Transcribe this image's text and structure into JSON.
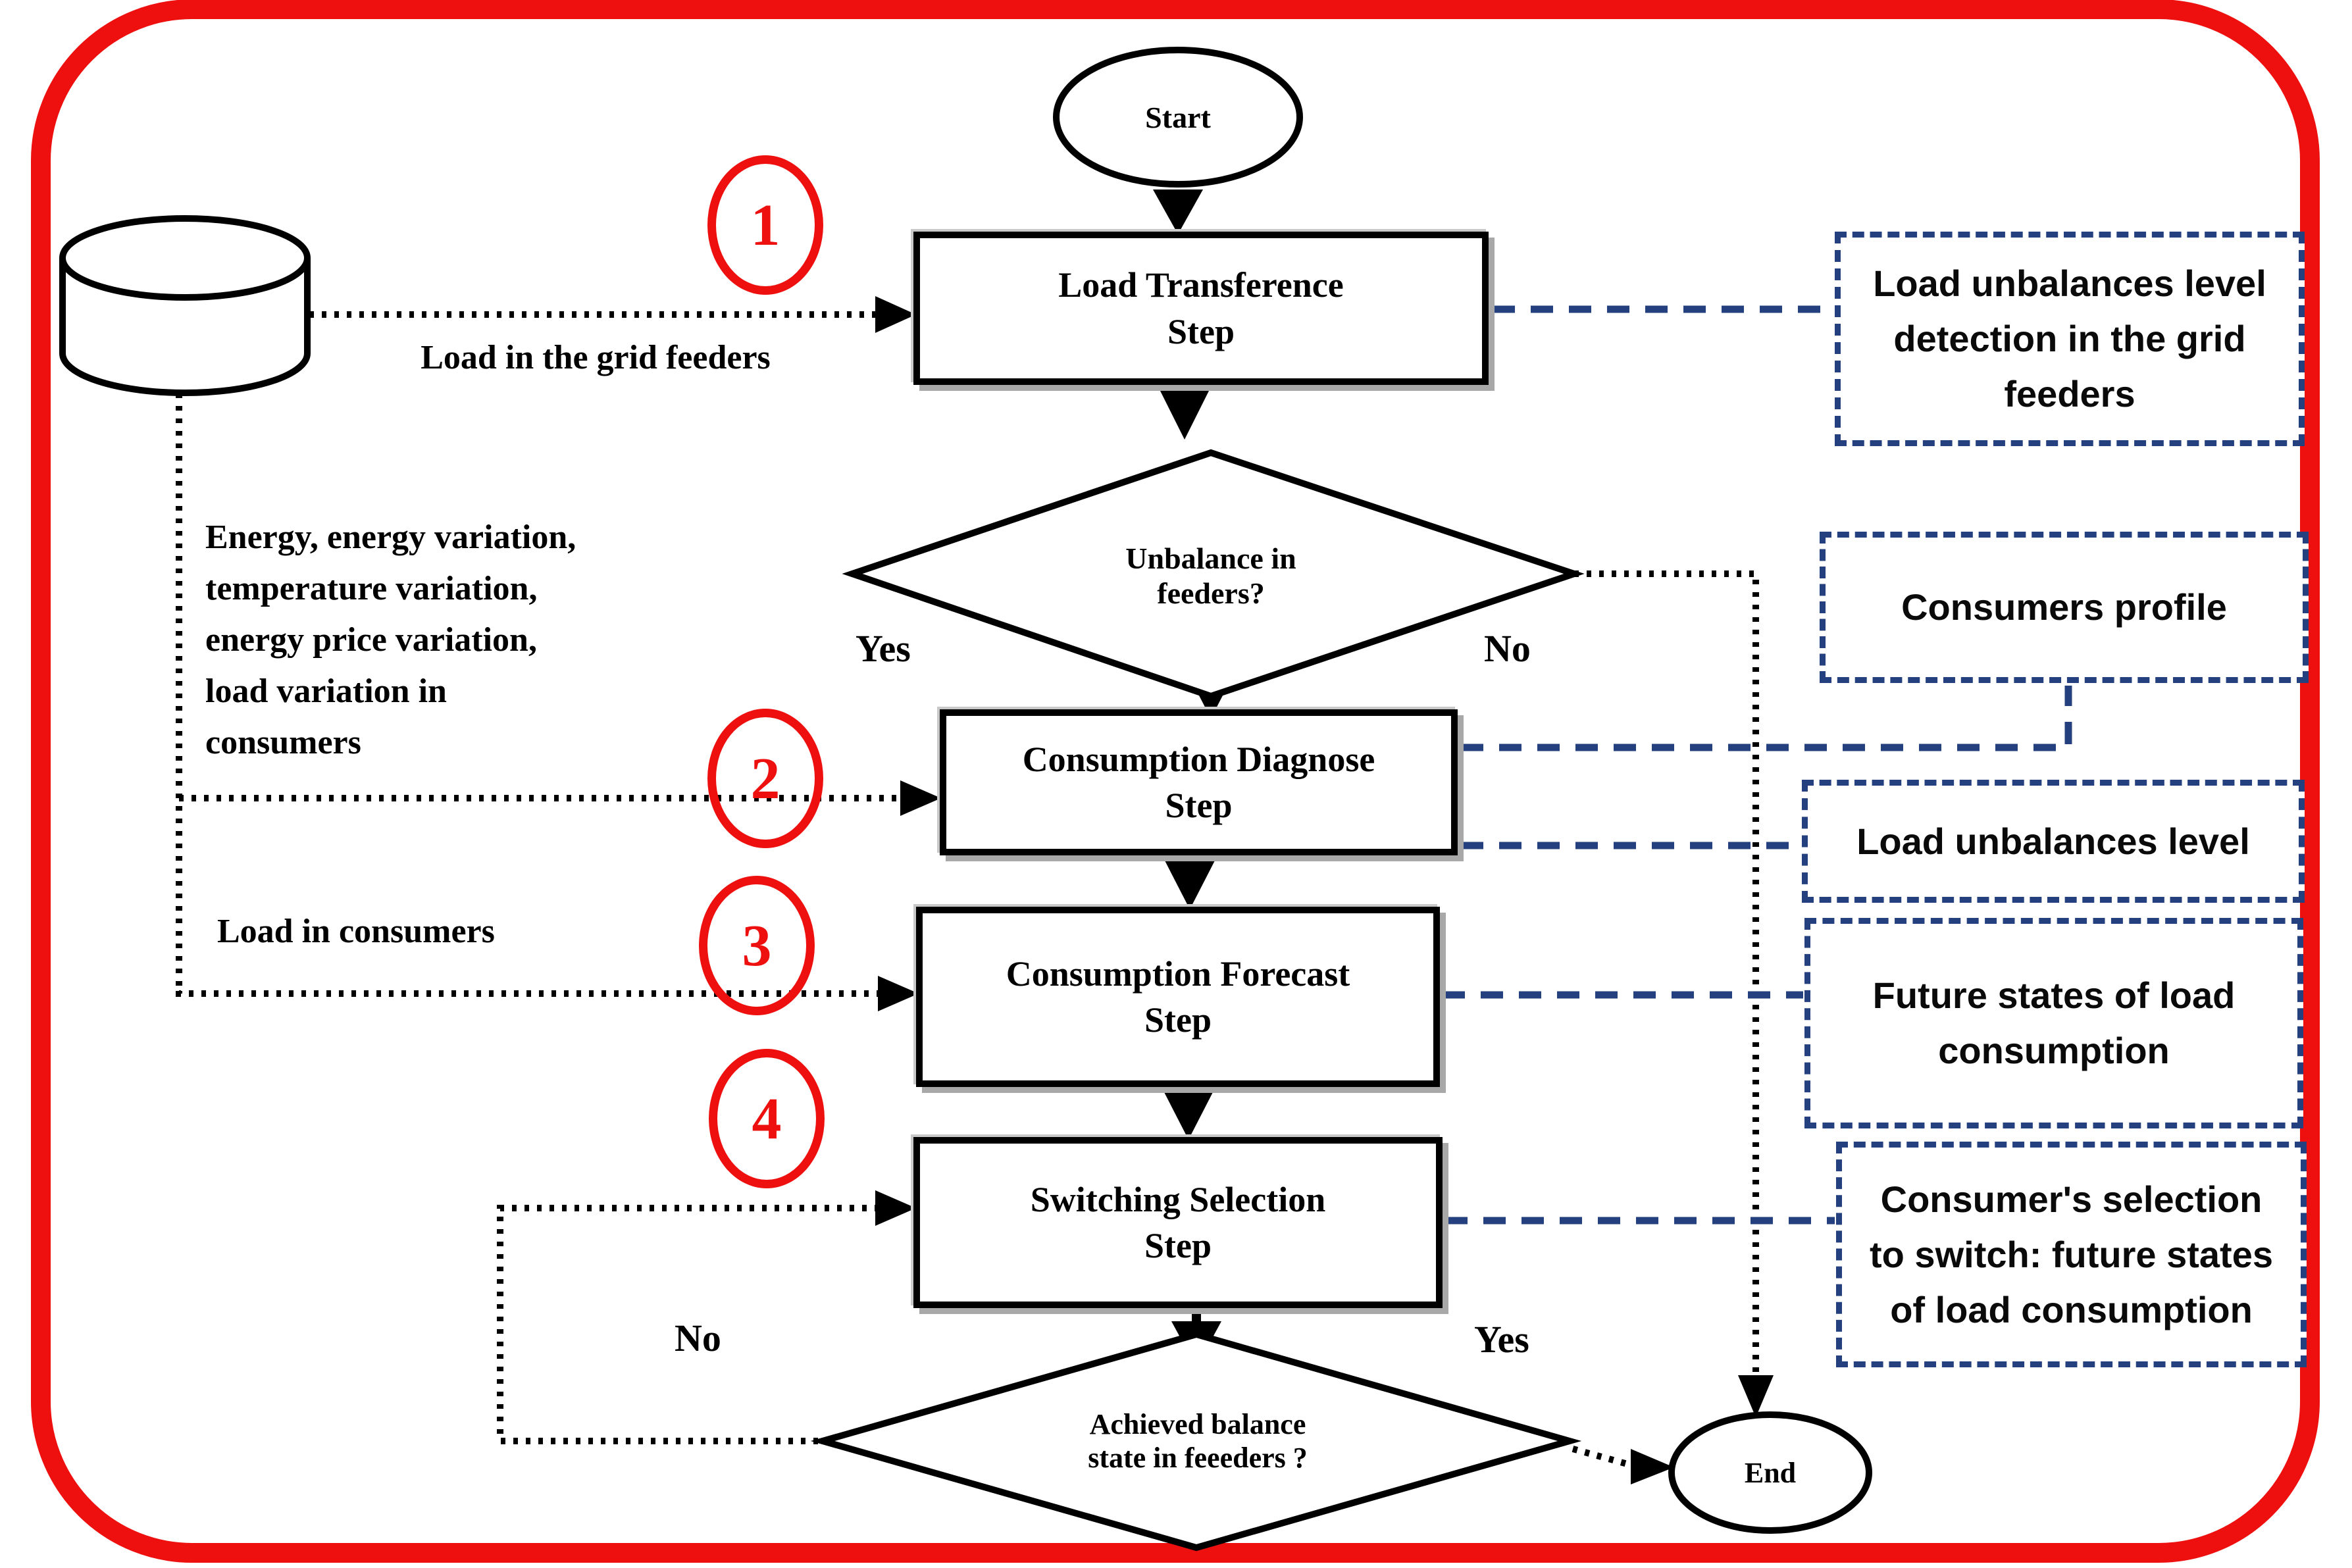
{
  "palette": {
    "red": "#ee0f0f",
    "navy": "#24407e",
    "black": "#000000"
  },
  "nodes": {
    "start": "Start",
    "load_transference": "Load Transference\nStep",
    "unbalance_decision": "Unbalance in\nfeeders?",
    "consumption_diagnose": "Consumption Diagnose\nStep",
    "consumption_forecast": "Consumption Forecast\nStep",
    "switching_selection": "Switching Selection\nStep",
    "balance_decision": "Achieved balance\nstate in feeeders ?",
    "end": "End"
  },
  "badges": {
    "step1": "1",
    "step2": "2",
    "step3": "3",
    "step4": "4"
  },
  "labels": {
    "load_grid_feeders": "Load in the grid feeders",
    "energy_block": "Energy, energy variation,\ntemperature variation,\nenergy price variation,\nload variation in\nconsumers",
    "load_in_consumers": "Load in consumers",
    "yes1": "Yes",
    "no1": "No",
    "no2": "No",
    "yes2": "Yes"
  },
  "side_boxes": {
    "detection": "Load unbalances level\ndetection in the grid\nfeeders",
    "consumers_profile": "Consumers profile",
    "unbalances_level": "Load unbalances level",
    "future_states": "Future states of load\nconsumption",
    "consumer_selection": "Consumer's selection\nto switch: future states\nof load consumption"
  }
}
